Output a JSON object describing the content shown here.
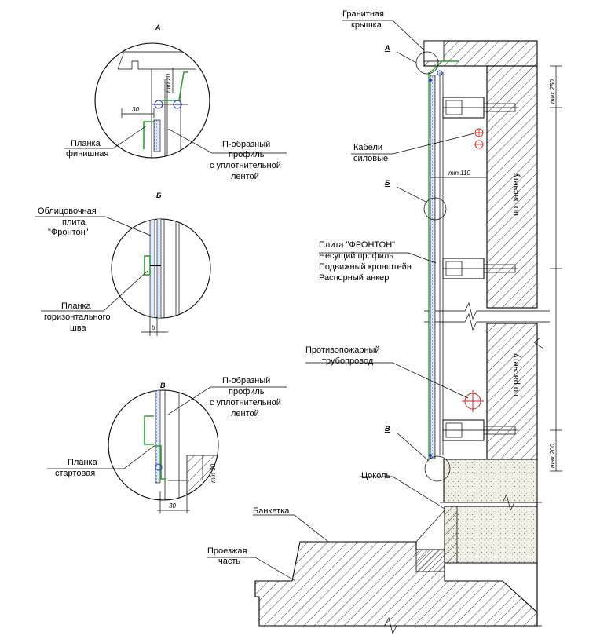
{
  "detail_a": {
    "callout": "А",
    "dim_min20": "min 20",
    "dim_30": "30",
    "label_strip_finish_1": "Планка",
    "label_strip_finish_2": "финишная",
    "label_profile_1": "П-образный",
    "label_profile_2": "профиль",
    "label_profile_3": "с уплотнительной",
    "label_profile_4": "лентой"
  },
  "detail_b": {
    "callout": "Б",
    "dim_b": "b",
    "label_slab_1": "Облицовочная",
    "label_slab_2": "плита",
    "label_slab_3": "\"Фронтон\"",
    "label_hstrip_1": "Планка",
    "label_hstrip_2": "горизонтального",
    "label_hstrip_3": "шва"
  },
  "detail_v": {
    "callout": "В",
    "dim_min30": "min 30",
    "dim_30": "30",
    "label_profile_1": "П-образный",
    "label_profile_2": "профиль",
    "label_profile_3": "с уплотнительной",
    "label_profile_4": "лентой",
    "label_start_1": "Планка",
    "label_start_2": "стартовая"
  },
  "main": {
    "label_granite_1": "Гранитная",
    "label_granite_2": "крышка",
    "callout_a": "А",
    "callout_b": "Б",
    "callout_v": "В",
    "label_cables_1": "Кабели",
    "label_cables_2": "силовые",
    "dim_min110": "min 110",
    "dim_max250": "max 250",
    "dim_max200": "max 200",
    "label_calc_1": "по расчету",
    "label_calc_2": "по расчету",
    "label_frontone": "Плита \"ФРОНТОН\"",
    "label_carrier": "Несущий профиль",
    "label_bracket": "Подвижный кронштейн",
    "label_anchor": "Распорный анкер",
    "label_fire_1": "Противопожарный",
    "label_fire_2": "трубопровод",
    "label_plinth": "Цоколь",
    "label_banketka": "Банкетка",
    "label_road_1": "Проезжая",
    "label_road_2": "часть"
  },
  "colors": {
    "line": "#000000",
    "strip_green": "#2ca02c",
    "bolt_blue": "#1f3fd1",
    "pipe_red": "#e02020",
    "slab_blue": "#dbe8ff",
    "concrete_dot": "#e8e3d6"
  }
}
